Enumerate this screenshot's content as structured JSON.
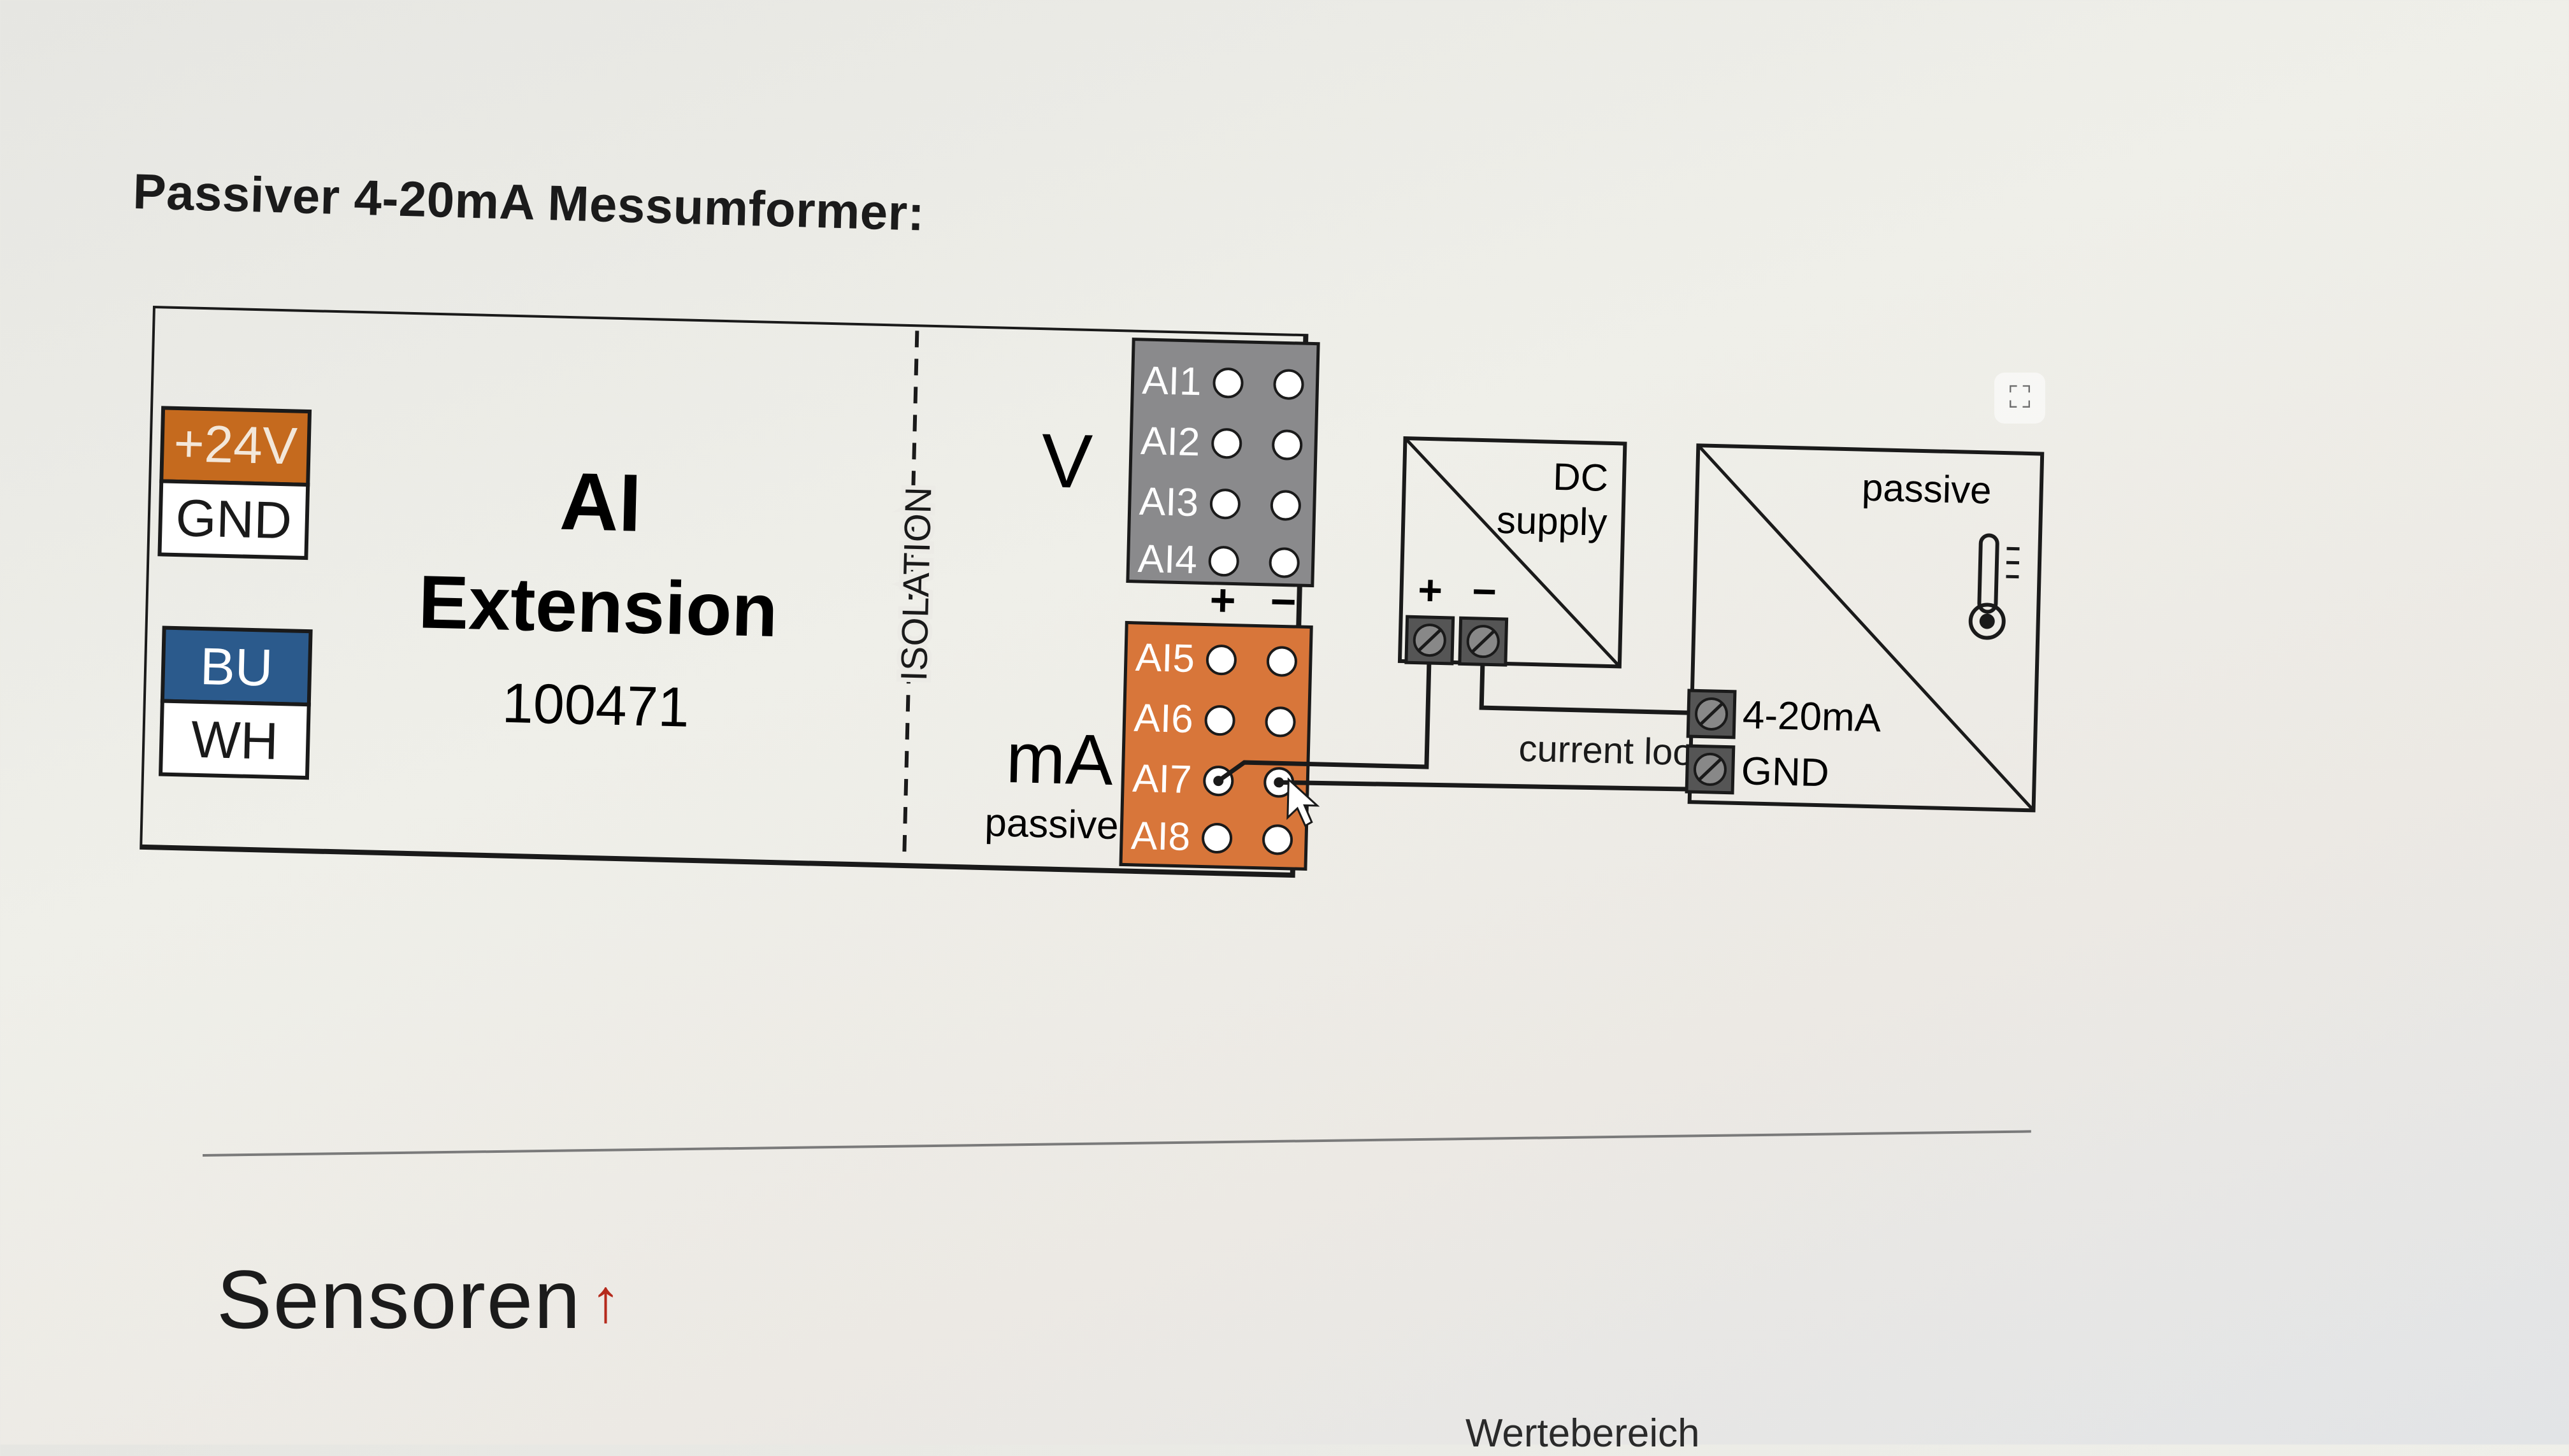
{
  "page": {
    "heading": "Passiver 4-20mA Messumformer:",
    "section_title": "Sensoren",
    "section_anchor": "↑",
    "cut_off_label": "Wertebereich",
    "fullscreen_icon": "fullscreen-icon"
  },
  "diagram": {
    "power_labels": [
      "+24V",
      "GND"
    ],
    "bus_labels": [
      "BU",
      "WH"
    ],
    "module_title_line1": "AI",
    "module_title_line2": "Extension",
    "module_number": "100471",
    "isolation_label": "ISOLATION",
    "voltage_label": "V",
    "current_label": "mA",
    "current_mode": "passive",
    "voltage_channels": [
      "AI1",
      "AI2",
      "AI3",
      "AI4"
    ],
    "current_channels": [
      "AI5",
      "AI6",
      "AI7",
      "AI8"
    ],
    "polarity_plus": "+",
    "polarity_minus": "−",
    "dc_supply_line1": "DC",
    "dc_supply_line2": "supply",
    "loop_label": "current loop",
    "sensor_mode": "passive",
    "sensor_terminals": [
      "4-20mA",
      "GND"
    ],
    "sensor_icon": "thermometer-icon",
    "colors": {
      "power_orange": "#c56a1e",
      "bus_blue": "#2b5a8c",
      "voltage_gray": "#8a8a8c",
      "current_orange": "#d8763a"
    }
  }
}
